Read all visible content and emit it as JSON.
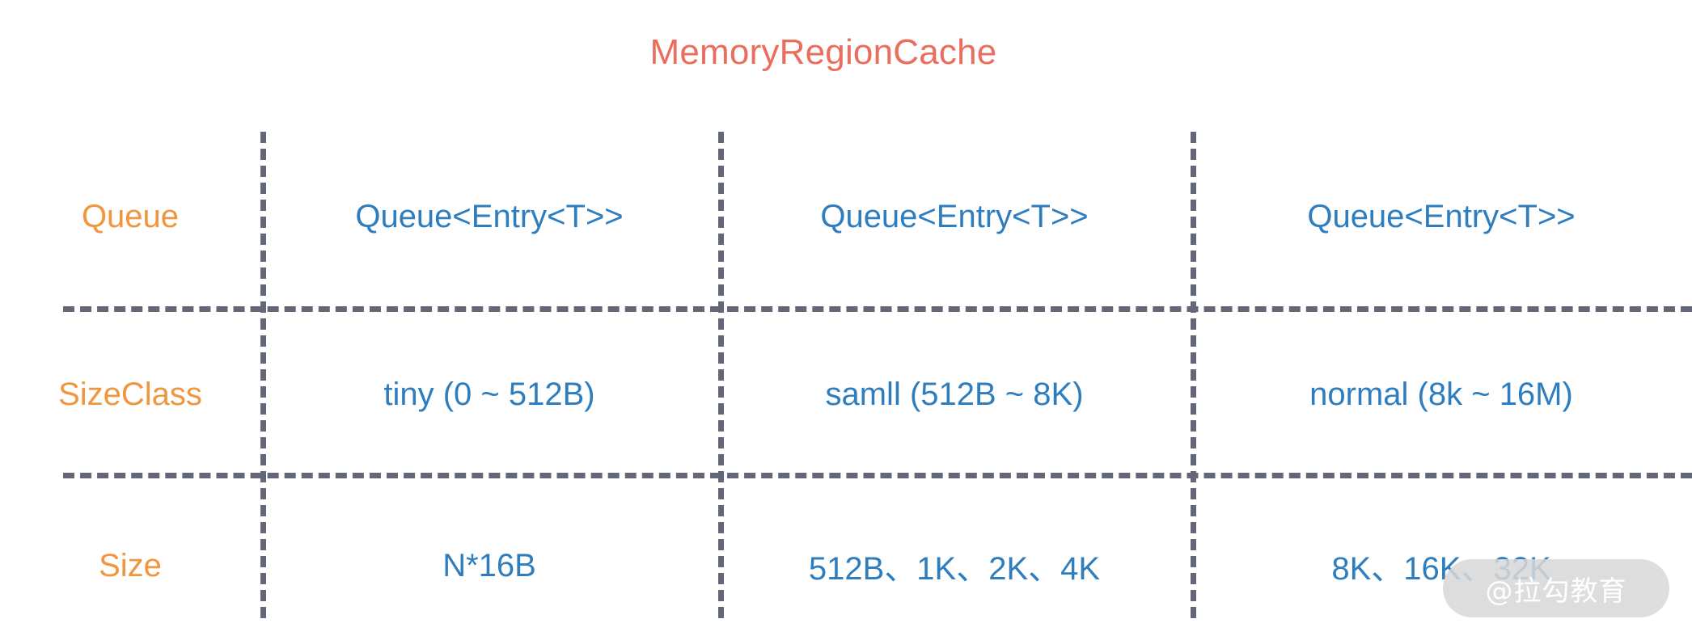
{
  "title": "MemoryRegionCache",
  "colors": {
    "title": "#eb6e5c",
    "row_label": "#f0963e",
    "cell_value": "#2e7ebf",
    "rule": "#636777",
    "background": "#ffffff",
    "watermark_pill": "#d8d8d8",
    "watermark_text": "#ffffff"
  },
  "table": {
    "rows": [
      {
        "label": "Queue",
        "cells": [
          "Queue<Entry<T>>",
          "Queue<Entry<T>>",
          "Queue<Entry<T>>"
        ]
      },
      {
        "label": "SizeClass",
        "cells": [
          "tiny (0 ~ 512B)",
          "samll (512B ~ 8K)",
          "normal (8k ~ 16M)"
        ]
      },
      {
        "label": "Size",
        "cells": [
          "N*16B",
          "512B、1K、2K、4K",
          "8K、16K、32K"
        ]
      }
    ]
  },
  "watermark": {
    "text": "@拉勾教育"
  }
}
